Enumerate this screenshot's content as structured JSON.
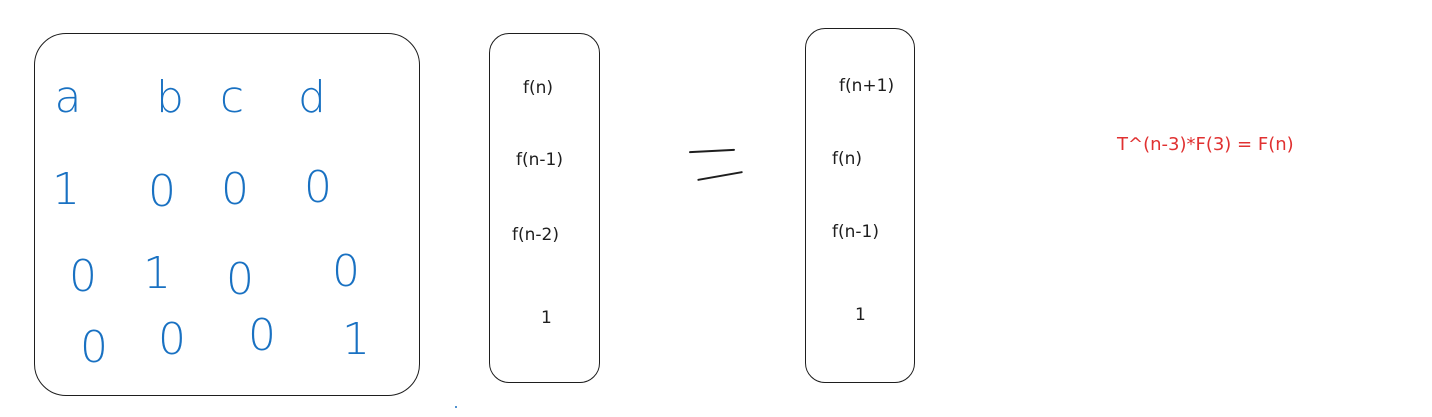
{
  "matrix": {
    "rows": [
      [
        "a",
        "b",
        "c",
        "d"
      ],
      [
        "1",
        "0",
        "0",
        "0"
      ],
      [
        "0",
        "1",
        "0",
        "0"
      ],
      [
        "0",
        "0",
        "0",
        "1"
      ]
    ],
    "color": "#1971c2"
  },
  "vector_left": [
    "f(n)",
    "f(n-1)",
    "f(n-2)",
    "1"
  ],
  "equals_sign": "=",
  "vector_right": [
    "f(n+1)",
    "f(n)",
    "f(n-1)",
    "1"
  ],
  "formula": {
    "text": "T^(n-3)*F(3) = F(n)",
    "color": "#e03131"
  }
}
